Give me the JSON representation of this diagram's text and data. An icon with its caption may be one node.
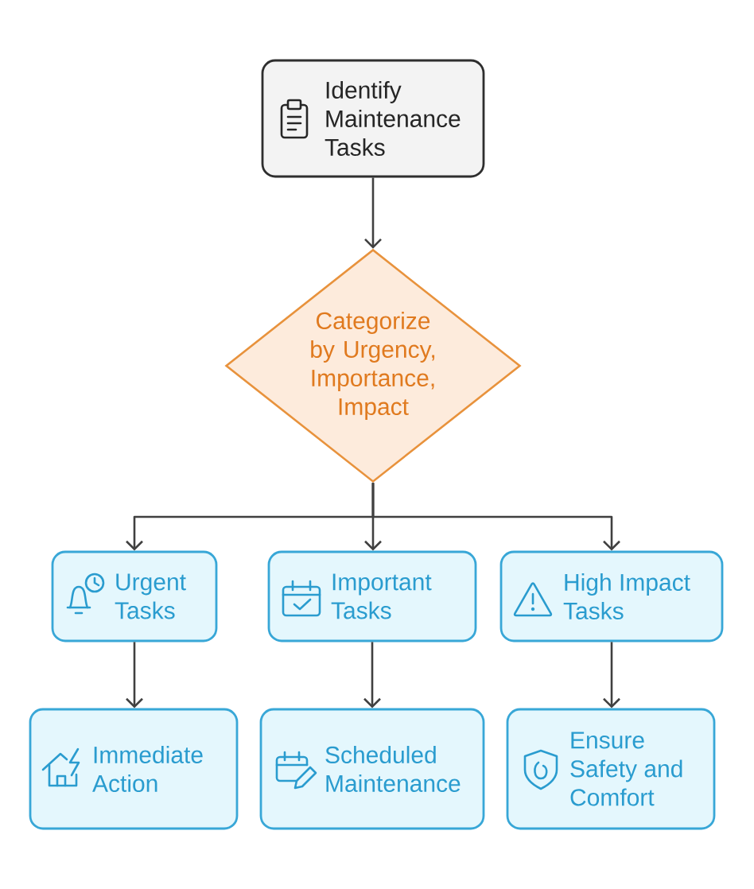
{
  "diagram": {
    "nodes": [
      {
        "text": [
          "Identify Maintenance Tasks"
        ]
      },
      {
        "text": [
          "Categorize by Urgency, Importance, Impact"
        ]
      },
      {
        "text": [
          "Urgent Tasks"
        ]
      },
      {
        "text": [
          "Important Tasks"
        ]
      },
      {
        "text": [
          "High Impact Tasks"
        ]
      },
      {
        "text": [
          "Immediate Action"
        ]
      },
      {
        "text": [
          "Scheduled Maintenance"
        ]
      },
      {
        "text": [
          "Ensure Safety and Comfort"
        ]
      }
    ],
    "edges": [
      {
        "from": 0,
        "to": 1,
        "arrow": "to"
      },
      {
        "from": 1,
        "to": 2,
        "arrow": "to"
      },
      {
        "from": 1,
        "to": 3,
        "arrow": "to"
      },
      {
        "from": 1,
        "to": 4,
        "arrow": "to"
      },
      {
        "from": 2,
        "to": 5,
        "arrow": "to"
      },
      {
        "from": 3,
        "to": 6,
        "arrow": "to"
      },
      {
        "from": 4,
        "to": 7,
        "arrow": "to"
      }
    ]
  }
}
